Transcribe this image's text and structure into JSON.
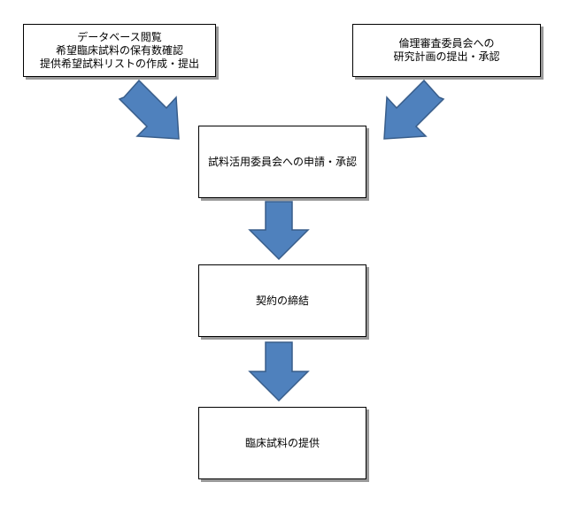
{
  "colors": {
    "arrow_fill": "#4f81bd",
    "arrow_stroke": "#385d8a",
    "box_border": "#000000",
    "box_shadow": "#9a9a9a"
  },
  "nodes": {
    "database": {
      "lines": [
        "データベース閲覧",
        "希望臨床試料の保有数確認",
        "提供希望試料リストの作成・提出"
      ]
    },
    "ethics": {
      "lines": [
        "倫理審査委員会への",
        "研究計画の提出・承認"
      ]
    },
    "application": {
      "lines": [
        "試料活用委員会への申請・承認"
      ]
    },
    "contract": {
      "lines": [
        "契約の締結"
      ]
    },
    "provision": {
      "lines": [
        "臨床試料の提供"
      ]
    }
  }
}
